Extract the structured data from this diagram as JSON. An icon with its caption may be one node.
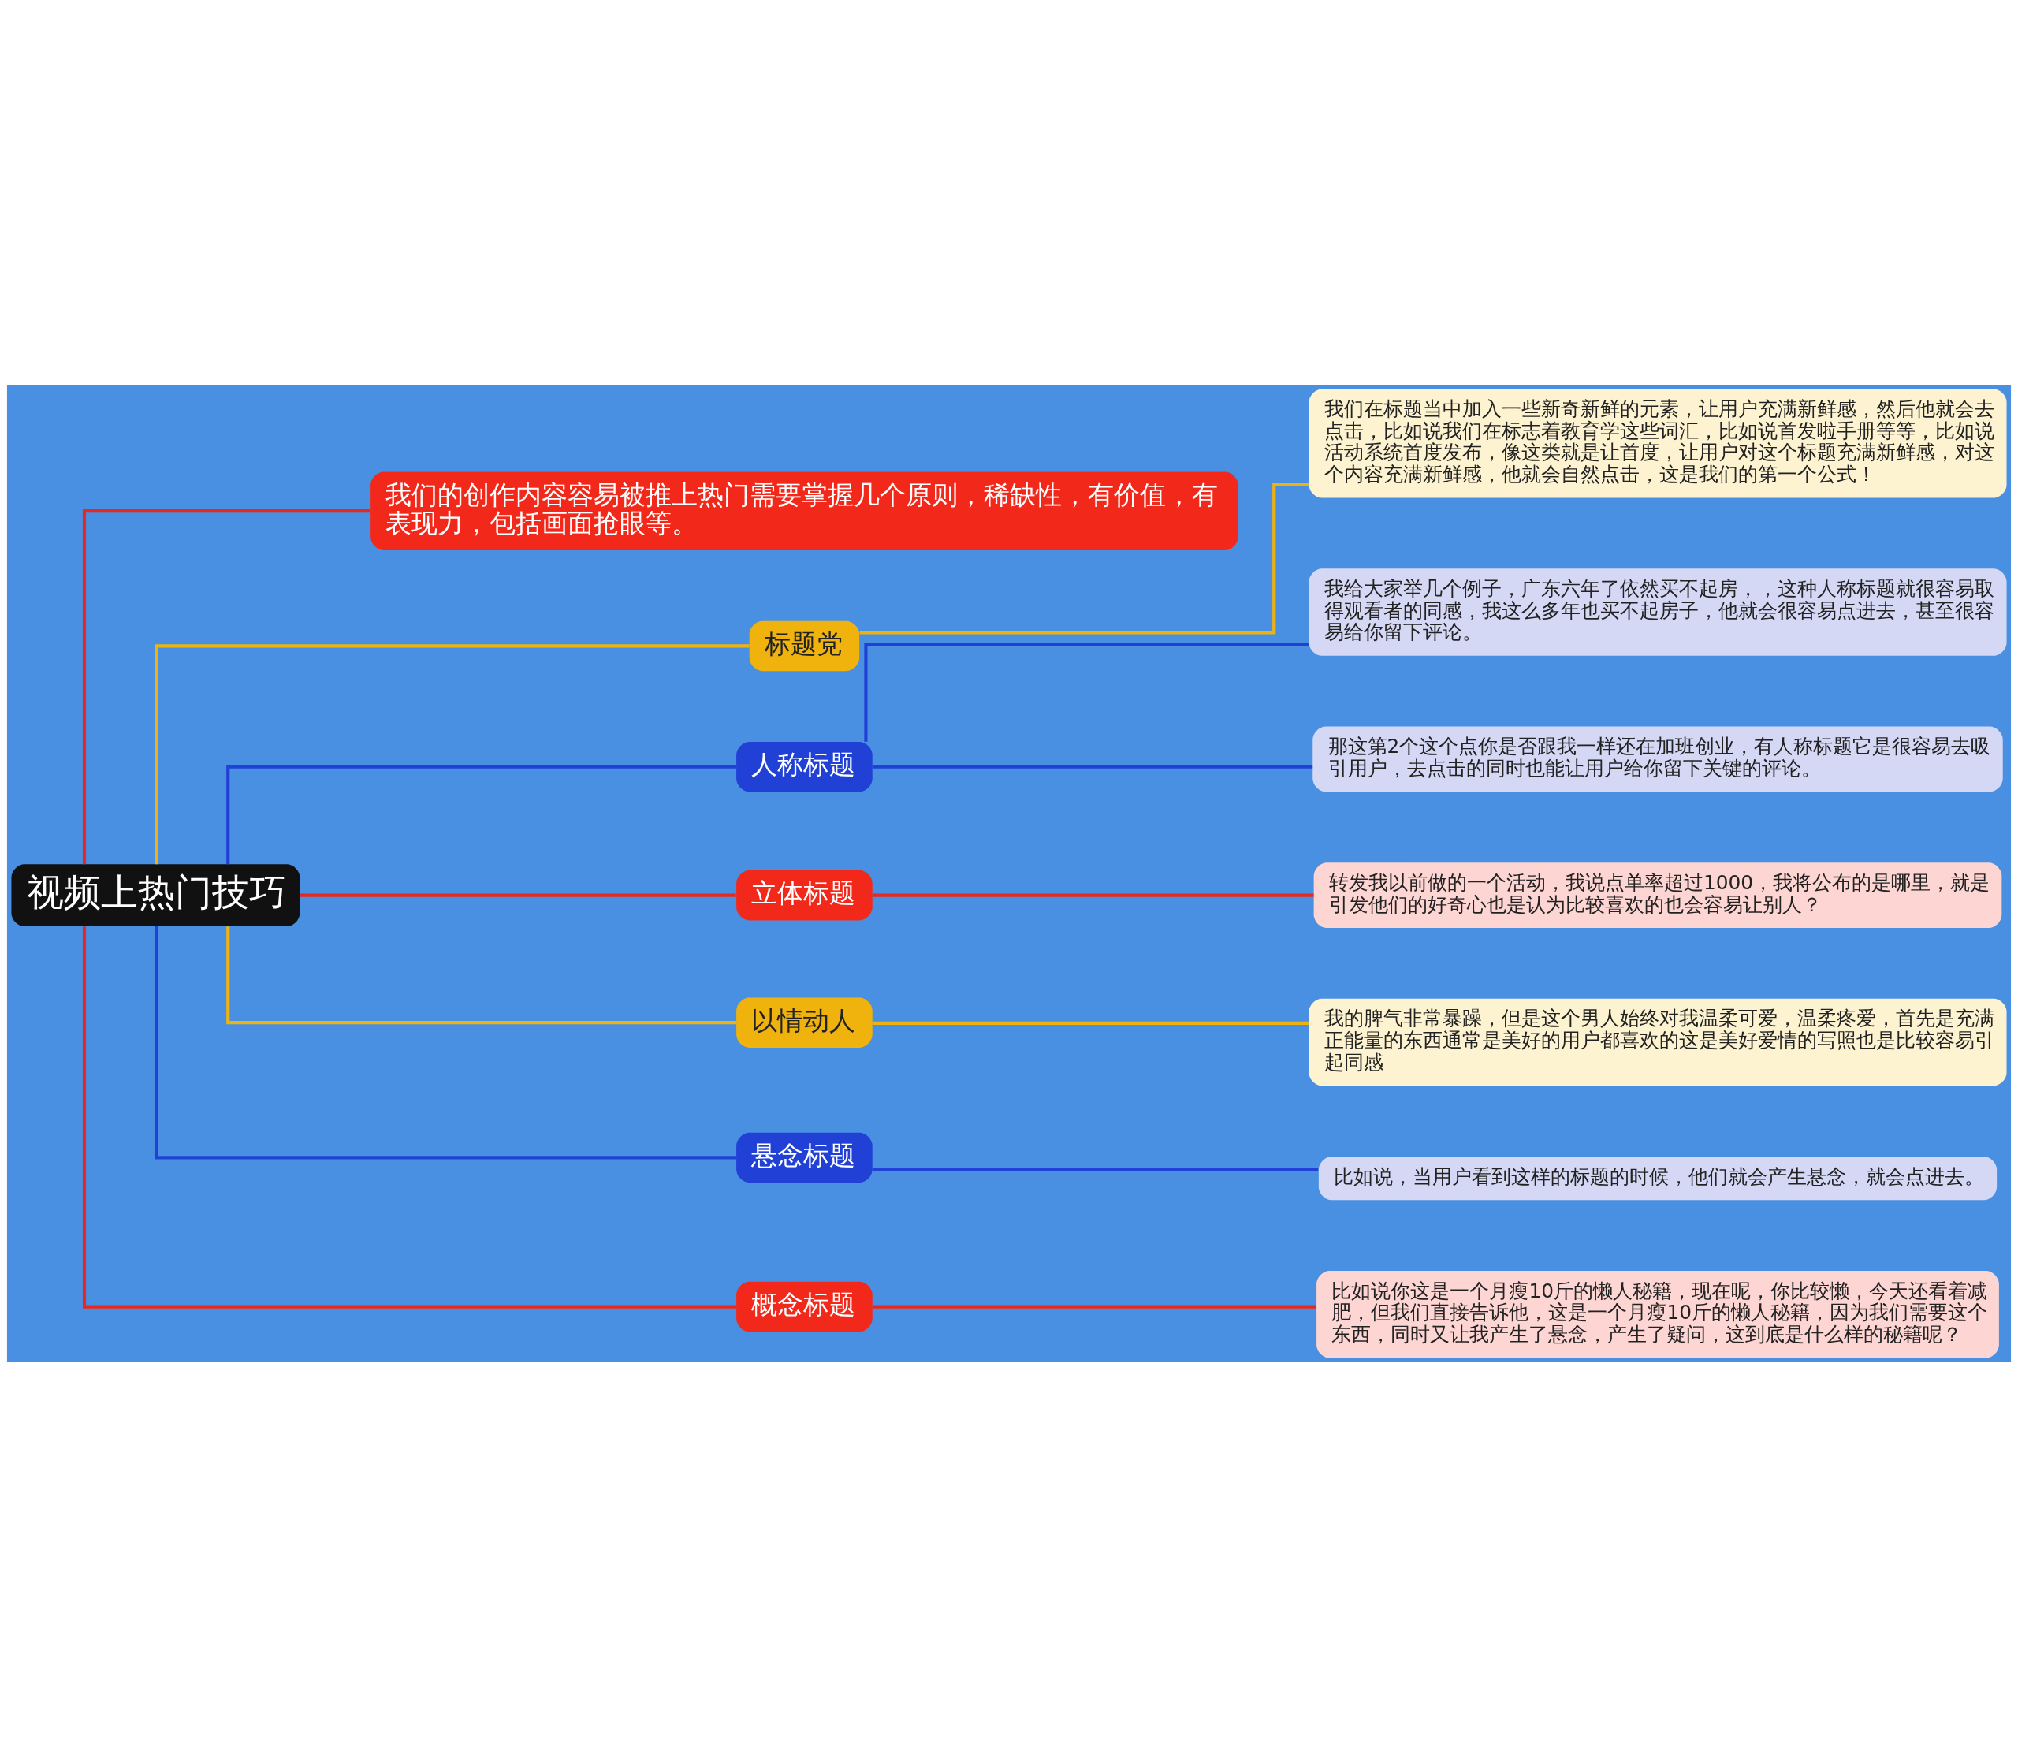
{
  "diagram": {
    "nodes": [
      {
        "text": [
          "视频上热门技巧"
        ]
      },
      {
        "text": [
          "我们的创作内容容易被推上热门需要掌握几个原则，稀缺性，有价值，有表现力，包括画面抢眼等。"
        ]
      },
      {
        "text": [
          "标题党"
        ]
      },
      {
        "text": [
          "我们在标题当中加入一些新奇新鲜的元素，让用户充满新鲜感，然后他就会去点击，比如说我们在标志着教育学这些词汇，比如说首发啦手册等等，比如说活动系统首度发布，像这类就是让首度，让用户对这个标题充满新鲜感，对这个内容充满新鲜感，他就会自然点击，这是我们的第一个公式！"
        ]
      },
      {
        "text": [
          "人称标题"
        ]
      },
      {
        "text": [
          "我给大家举几个例子，广东六年了依然买不起房，，这种人称标题就很容易取得观看者的同感，我这么多年也买不起房子，他就会很容易点进去，甚至很容易给你留下评论。"
        ]
      },
      {
        "text": [
          "那这第2个这个点你是否跟我一样还在加班创业，有人称标题它是很容易去吸引用户，去点击的同时也能让用户给你留下关键的评论。"
        ]
      },
      {
        "text": [
          "立体标题"
        ]
      },
      {
        "text": [
          "转发我以前做的一个活动，我说点单率超过1000，我将公布的是哪里，就是引发他们的好奇心也是认为比较喜欢的也会容易让别人？"
        ]
      },
      {
        "text": [
          "以情动人"
        ]
      },
      {
        "text": [
          "我的脾气非常暴躁，但是这个男人始终对我温柔可爱，温柔疼爱，首先是充满正能量的东西通常是美好的用户都喜欢的这是美好爱情的写照也是比较容易引起同感"
        ]
      },
      {
        "text": [
          "悬念标题"
        ]
      },
      {
        "text": [
          "比如说，当用户看到这样的标题的时候，他们就会产生悬念，就会点进去。"
        ]
      },
      {
        "text": [
          "概念标题"
        ]
      },
      {
        "text": [
          "比如说你这是一个月瘦10斤的懒人秘籍，现在呢，你比较懒，今天还看着减肥，但我们直接告诉他，这是一个月瘦10斤的懒人秘籍，因为我们需要这个东西，同时又让我产生了悬念，产生了疑问，这到底是什么样的秘籍呢？"
        ]
      }
    ],
    "edges": [
      {
        "from": 0,
        "to": 1,
        "arrow": "none",
        "color": "#e8281e"
      },
      {
        "from": 0,
        "to": 2,
        "arrow": "none",
        "color": "#f0b30e"
      },
      {
        "from": 2,
        "to": 3,
        "arrow": "none",
        "color": "#f0b30e"
      },
      {
        "from": 0,
        "to": 4,
        "arrow": "none",
        "color": "#2140d6"
      },
      {
        "from": 4,
        "to": 5,
        "arrow": "none",
        "color": "#2140d6"
      },
      {
        "from": 4,
        "to": 6,
        "arrow": "none",
        "color": "#2140d6"
      },
      {
        "from": 0,
        "to": 7,
        "arrow": "none",
        "color": "#e8281e"
      },
      {
        "from": 7,
        "to": 8,
        "arrow": "none",
        "color": "#e8281e"
      },
      {
        "from": 0,
        "to": 9,
        "arrow": "none",
        "color": "#f0b30e"
      },
      {
        "from": 9,
        "to": 10,
        "arrow": "none",
        "color": "#f0b30e"
      },
      {
        "from": 0,
        "to": 11,
        "arrow": "none",
        "color": "#2140d6"
      },
      {
        "from": 11,
        "to": 12,
        "arrow": "none",
        "color": "#2140d6"
      },
      {
        "from": 0,
        "to": 13,
        "arrow": "none",
        "color": "#e8281e"
      },
      {
        "from": 13,
        "to": 14,
        "arrow": "none",
        "color": "#e8281e"
      }
    ]
  }
}
